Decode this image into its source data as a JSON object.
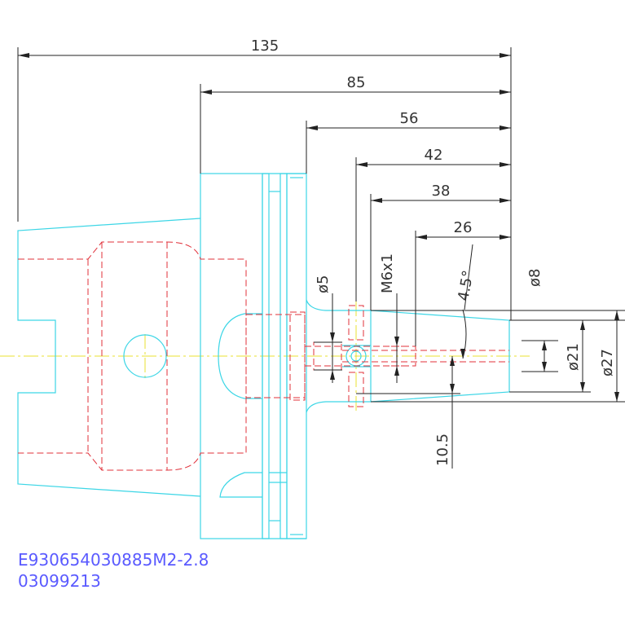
{
  "dimensions": {
    "d135": "135",
    "d85": "85",
    "d56": "56",
    "d42": "42",
    "d38": "38",
    "d26": "26",
    "d5": "ø5",
    "m6": "M6x1",
    "angle": "4.5°",
    "d8": "ø8",
    "d21": "ø21",
    "d27": "ø27",
    "d10_5": "10.5"
  },
  "part_code": {
    "line1": "E930654030885M2-2.8",
    "line2": "03099213"
  },
  "colors": {
    "outline": "#3cd6e6",
    "hidden": "#e0303a",
    "centerline": "#e8e030",
    "dimension": "#222222",
    "part_code": "#5a5aff"
  }
}
